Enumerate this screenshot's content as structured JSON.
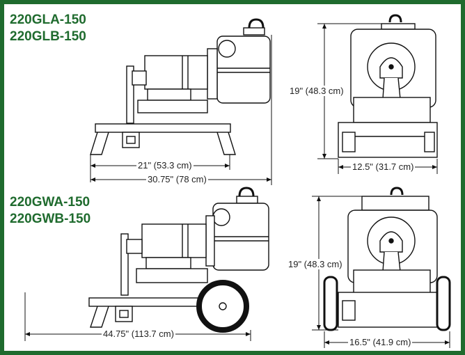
{
  "models": {
    "top_line1": "220GLA-150",
    "top_line2": "220GLB-150",
    "bottom_line1": "220GWA-150",
    "bottom_line2": "220GWB-150"
  },
  "dimensions": {
    "top_side_inner_width": "21\" (53.3 cm)",
    "top_side_overall_width": "30.75\" (78 cm)",
    "top_end_height": "19\" (48.3 cm)",
    "top_end_width": "12.5\" (31.7 cm)",
    "bottom_side_length": "44.75\" (113.7 cm)",
    "bottom_end_height": "19\" (48.3 cm)",
    "bottom_end_width": "16.5\" (41.9 cm)"
  },
  "colors": {
    "frame": "#1f6b2e",
    "title": "#1f6b2e",
    "line": "#111111"
  }
}
